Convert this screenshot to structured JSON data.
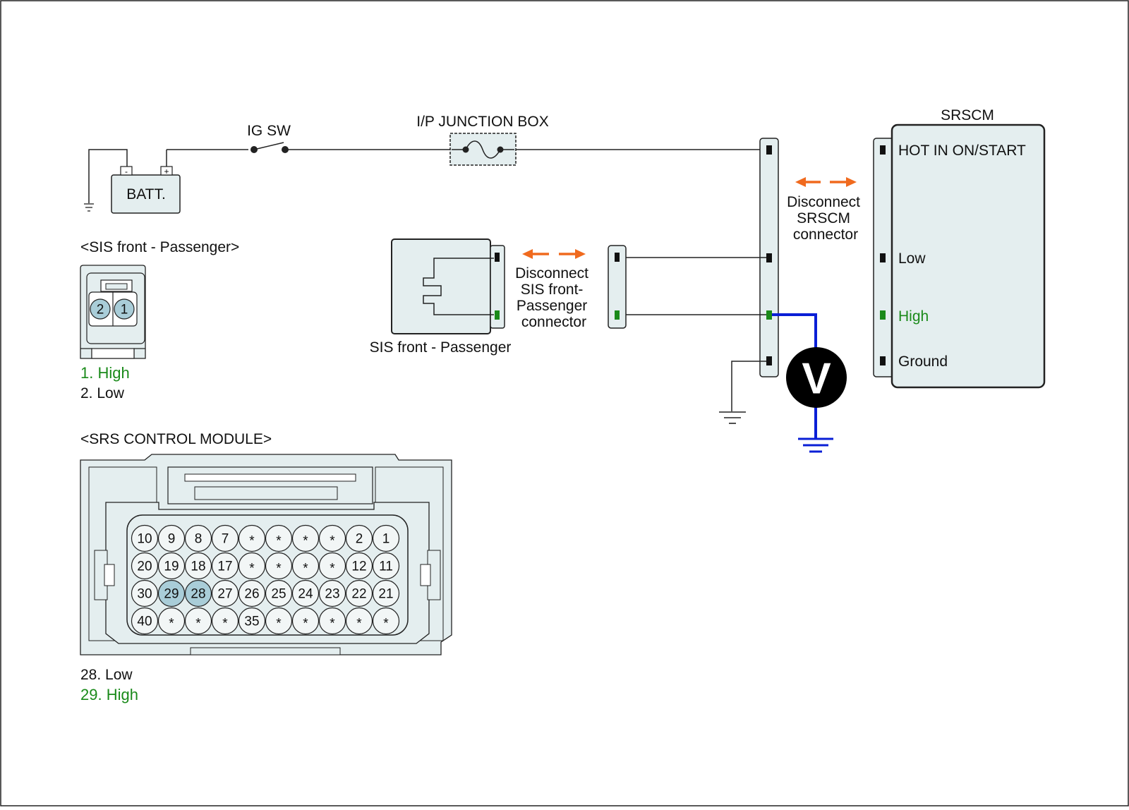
{
  "colors": {
    "connector_fill": "#e4eeef",
    "pin_highlight": "#a9cdd8",
    "high_green": "#1a8a1a",
    "probe_blue": "#0a1fd6",
    "arrow_orange": "#f06a1e",
    "line": "#222222"
  },
  "circuit": {
    "ig_sw": "IG SW",
    "junction_box": "I/P JUNCTION BOX",
    "battery": "BATT.",
    "batt_neg": "-",
    "batt_pos": "+",
    "srscm_title": "SRSCM",
    "srscm_terminals": [
      "HOT IN ON/START",
      "Low",
      "High",
      "Ground"
    ],
    "disconnect_srscm": [
      "Disconnect",
      "SRSCM",
      "connector"
    ],
    "disconnect_sis": [
      "Disconnect",
      "SIS front-",
      "Passenger",
      "connector"
    ],
    "sis_component_label": "SIS front - Passenger",
    "meter_symbol": "V"
  },
  "sis_connector": {
    "title": "<SIS front - Passenger>",
    "pins": [
      "2",
      "1"
    ],
    "legend": [
      {
        "text": "1. High",
        "color": "#1a8a1a"
      },
      {
        "text": "2. Low",
        "color": "#111111"
      }
    ]
  },
  "srs_module": {
    "title": "<SRS CONTROL MODULE>",
    "rows": [
      [
        "10",
        "9",
        "8",
        "7",
        "*",
        "*",
        "*",
        "*",
        "2",
        "1"
      ],
      [
        "20",
        "19",
        "18",
        "17",
        "*",
        "*",
        "*",
        "*",
        "12",
        "11"
      ],
      [
        "30",
        "29",
        "28",
        "27",
        "26",
        "25",
        "24",
        "23",
        "22",
        "21"
      ],
      [
        "40",
        "*",
        "*",
        "*",
        "35",
        "*",
        "*",
        "*",
        "*",
        "*"
      ]
    ],
    "highlighted": [
      "29",
      "28"
    ],
    "legend": [
      {
        "text": "28. Low",
        "color": "#111111"
      },
      {
        "text": "29. High",
        "color": "#1a8a1a"
      }
    ]
  }
}
